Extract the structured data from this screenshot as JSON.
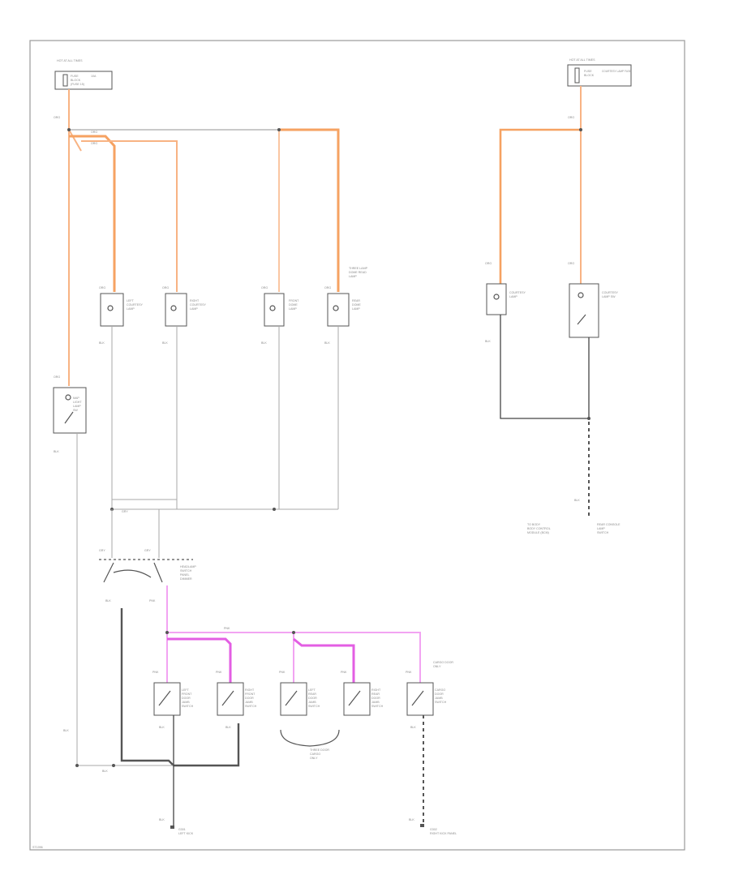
{
  "colors": {
    "orange": "#f8b383",
    "orange_bright": "#f6a262",
    "pink": "#f2a4f2",
    "magenta": "#e35ee3",
    "gray": "#a9a9a9",
    "black": "#444444"
  },
  "page_id": "ST1996",
  "labels": {
    "left_power_title": "HOT AT ALL TIMES",
    "left_fuse_line1": "FUSE",
    "left_fuse_line2": "BLOCK",
    "left_fuse_line3": "(FUSE 15)",
    "left_fuse_extra": "10A",
    "right_power_title": "HOT AT ALL TIMES",
    "right_fuse_line1": "FUSE",
    "right_fuse_line2": "BLOCK",
    "right_fuse_extra": "COURTESY LAMP FUSE",
    "wire_top_left": "ORG",
    "wire_bus_1": "ORG",
    "wire_bus_2": "ORG",
    "wire_top_right": "ORG",
    "lamp1_wire": "ORG",
    "lamp1_line1": "LEFT",
    "lamp1_line2": "COURTESY",
    "lamp1_line3": "LAMP",
    "lamp1_gnd": "BLK",
    "lamp2_wire": "ORG",
    "lamp2_line1": "RIGHT",
    "lamp2_line2": "COURTESY",
    "lamp2_line3": "LAMP",
    "lamp2_gnd": "BLK",
    "lamp3_wire": "ORG",
    "lamp3_line1": "FRONT",
    "lamp3_line2": "DOME",
    "lamp3_line3": "LAMP",
    "lamp3_gnd": "BLK",
    "lamp4_wire": "ORG",
    "lamp4_line1": "REAR",
    "lamp4_line2": "DOME",
    "lamp4_line3": "LAMP",
    "lamp4_gnd": "BLK",
    "lamp4_top1": "THREE LAMP",
    "lamp4_top2": "DOME READ",
    "lamp4_top3": "LAMP",
    "cargo_lamp_wire": "ORG",
    "cargo_lamp_line1": "COURTESY",
    "cargo_lamp_line2": "LAMP",
    "cargo_lamp_gnd": "BLK",
    "cargo_sw_wire": "ORG",
    "cargo_sw_line1": "COURTESY",
    "cargo_sw_line2": "LAMP SW",
    "map_wire": "ORG",
    "map_line1": "MAP",
    "map_line2": "LIGHT",
    "map_line3": "LAMP",
    "map_line4": "SW",
    "map_gnd": "BLK",
    "junction_label": "GRY",
    "hl_sw_wire1": "GRY",
    "hl_sw_wire2": "GRY",
    "hl_sw_label1": "HEADLAMP",
    "hl_sw_label2": "SWITCH",
    "hl_sw_label3": "PANEL",
    "hl_sw_label4": "DIMMER",
    "hl_sw_gnd1": "BLK",
    "hl_sw_gnd2": "PNK",
    "pink_bus_wire": "PNK",
    "door1_wire": "PNK",
    "door1_line1": "LEFT",
    "door1_line2": "FRONT",
    "door1_line3": "DOOR",
    "door1_line4": "JAMB",
    "door1_line5": "SWITCH",
    "door1_gnd": "BLK",
    "door2_wire": "PNK",
    "door2_line1": "RIGHT",
    "door2_line2": "FRONT",
    "door2_line3": "DOOR",
    "door2_line4": "JAMB",
    "door2_line5": "SWITCH",
    "door2_gnd": "BLK",
    "door3_wire": "PNK",
    "door3_line1": "LEFT",
    "door3_line2": "REAR",
    "door3_line3": "DOOR",
    "door3_line4": "JAMB",
    "door3_line5": "SWITCH",
    "door4_wire": "PNK",
    "door4_line1": "RIGHT",
    "door4_line2": "REAR",
    "door4_line3": "DOOR",
    "door4_line4": "JAMB",
    "door4_line5": "SWITCH",
    "door34_note1": "THREE DOOR",
    "door34_note2": "CARGO",
    "door34_note3": "ONLY",
    "door5_wire": "PNK",
    "door5_top1": "CARGO DOOR",
    "door5_top2": "ONLY",
    "door5_line1": "CARGO",
    "door5_line2": "DOOR",
    "door5_line3": "JAMB",
    "door5_line4": "SWITCH",
    "door5_gnd": "BLK",
    "left_ground_wire": "BLK",
    "bottom_bus_label": "BLK",
    "ground1_wire": "BLK",
    "ground1_line1": "G301",
    "ground1_line2": "LEFT KICK",
    "ground2_wire": "BLK",
    "ground2_line1": "G302",
    "ground2_line2": "RIGHT KICK PANEL",
    "rear_gnd_wire": "BLK",
    "rear_gnd_line1": "TO BODY",
    "rear_gnd_line2": "BODY CONTROL",
    "rear_gnd_line3": "MODULE (BCM)",
    "rear_gnd2_line1": "REAR CONSOLE",
    "rear_gnd2_line2": "LAMP",
    "rear_gnd2_line3": "SWITCH"
  }
}
